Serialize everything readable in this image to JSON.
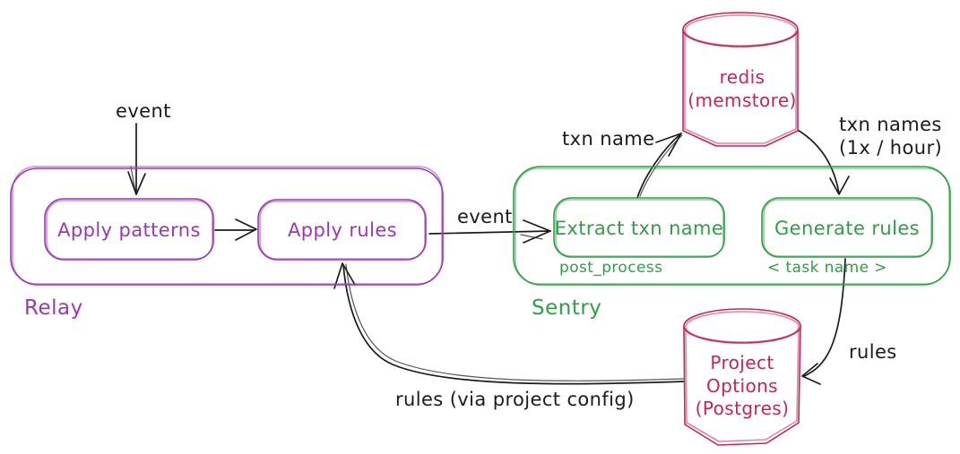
{
  "colors": {
    "ink": "#1b1b1b",
    "relay_purple": "#9c36b5",
    "sentry_green": "#2f9e44",
    "database_crimson": "#c2255c",
    "background": "#ffffff"
  },
  "relay": {
    "label": "Relay",
    "apply_patterns": "Apply patterns",
    "apply_rules": "Apply rules"
  },
  "sentry": {
    "label": "Sentry",
    "extract_txn_name": "Extract txn name",
    "extract_caption": "post_process",
    "generate_rules": "Generate rules",
    "generate_caption": "< task name >"
  },
  "databases": {
    "redis": {
      "name": "redis",
      "subtitle": "(memstore)"
    },
    "project_options": {
      "line1": "Project",
      "line2": "Options",
      "line3": "(Postgres)"
    }
  },
  "edges": {
    "incoming_event": "event",
    "relay_to_sentry_event": "event",
    "txn_name": "txn name",
    "txn_names": "txn names",
    "txn_names_rate": "(1x / hour)",
    "rules": "rules",
    "rules_via_project_config": "rules (via project config)"
  }
}
